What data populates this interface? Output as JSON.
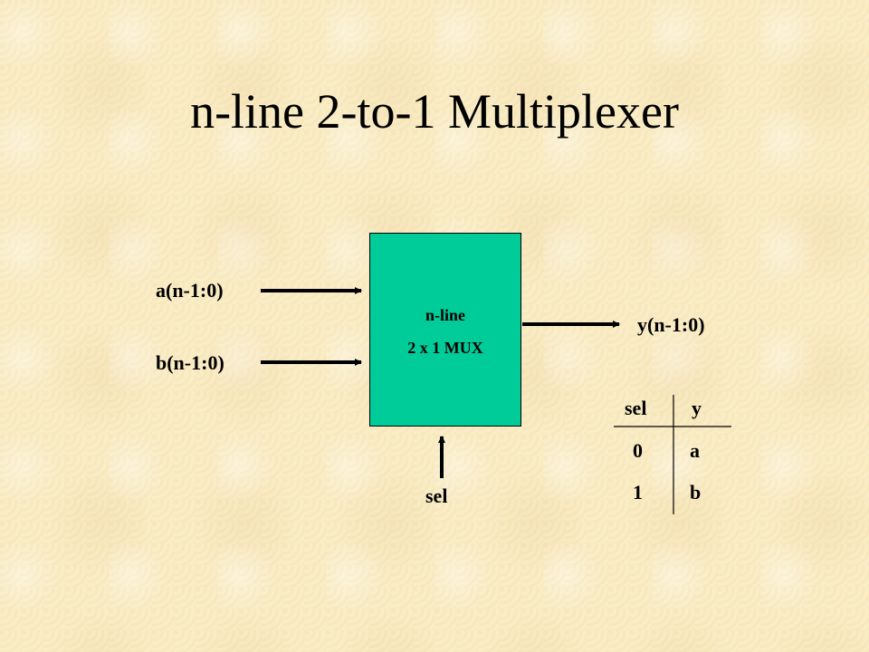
{
  "title": "n-line 2-to-1 Multiplexer",
  "mux": {
    "line1": "n-line",
    "line2": "2 x 1 MUX",
    "fill_color": "#00cc99"
  },
  "inputs": {
    "a": "a(n-1:0)",
    "b": "b(n-1:0)",
    "sel": "sel"
  },
  "output": {
    "y": "y(n-1:0)"
  },
  "truth_table": {
    "headers": [
      "sel",
      "y"
    ],
    "rows": [
      [
        "0",
        "a"
      ],
      [
        "1",
        "b"
      ]
    ]
  }
}
